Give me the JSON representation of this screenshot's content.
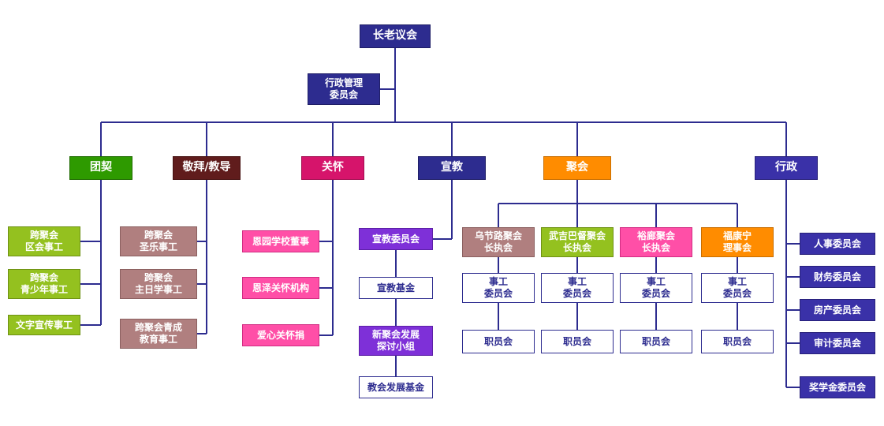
{
  "root": {
    "label": "长老议会"
  },
  "admin_committee": {
    "label": "行政管理\n委员会"
  },
  "branches": {
    "fellowship": {
      "label": "团契",
      "children": [
        "跨聚会\n区会事工",
        "跨聚会\n青少年事工",
        "文字宣传事工"
      ]
    },
    "worship": {
      "label": "敬拜/教导",
      "children": [
        "跨聚会\n圣乐事工",
        "跨聚会\n主日学事工",
        "跨聚会青成\n教育事工"
      ]
    },
    "care": {
      "label": "关怀",
      "children": [
        "恩园学校董事",
        "恩泽关怀机构",
        "爱心关怀捐"
      ]
    },
    "missions": {
      "label": "宣教",
      "children": [
        "宣教委员会",
        "宣教基金",
        "新聚会发展\n探讨小组",
        "教会发展基金"
      ]
    },
    "congregations": {
      "label": "聚会",
      "children": [
        {
          "board": "乌节路聚会\n长执会",
          "committee": "事工\n委员会",
          "staff": "职员会"
        },
        {
          "board": "武吉巴督聚会\n长执会",
          "committee": "事工\n委员会",
          "staff": "职员会"
        },
        {
          "board": "裕廊聚会\n长执会",
          "committee": "事工\n委员会",
          "staff": "职员会"
        },
        {
          "board": "福康宁\n理事会",
          "committee": "事工\n委员会",
          "staff": "职员会"
        }
      ]
    },
    "administration": {
      "label": "行政",
      "children": [
        "人事委员会",
        "财务委员会",
        "房产委员会",
        "审计委员会",
        "奖学金委员会"
      ]
    }
  },
  "palette": {
    "line": "#2D2C8F",
    "navy": "#2D2C8F",
    "indigo": "#3A31A8",
    "green": "#2E9A00",
    "lime": "#94C11F",
    "maroon": "#601C1C",
    "mauve": "#B07F7F",
    "crimson": "#D6146B",
    "pink": "#FF4FA7",
    "purple": "#7E30D8",
    "orange": "#FF8C00",
    "white_box_text": "#2D2C8F"
  }
}
